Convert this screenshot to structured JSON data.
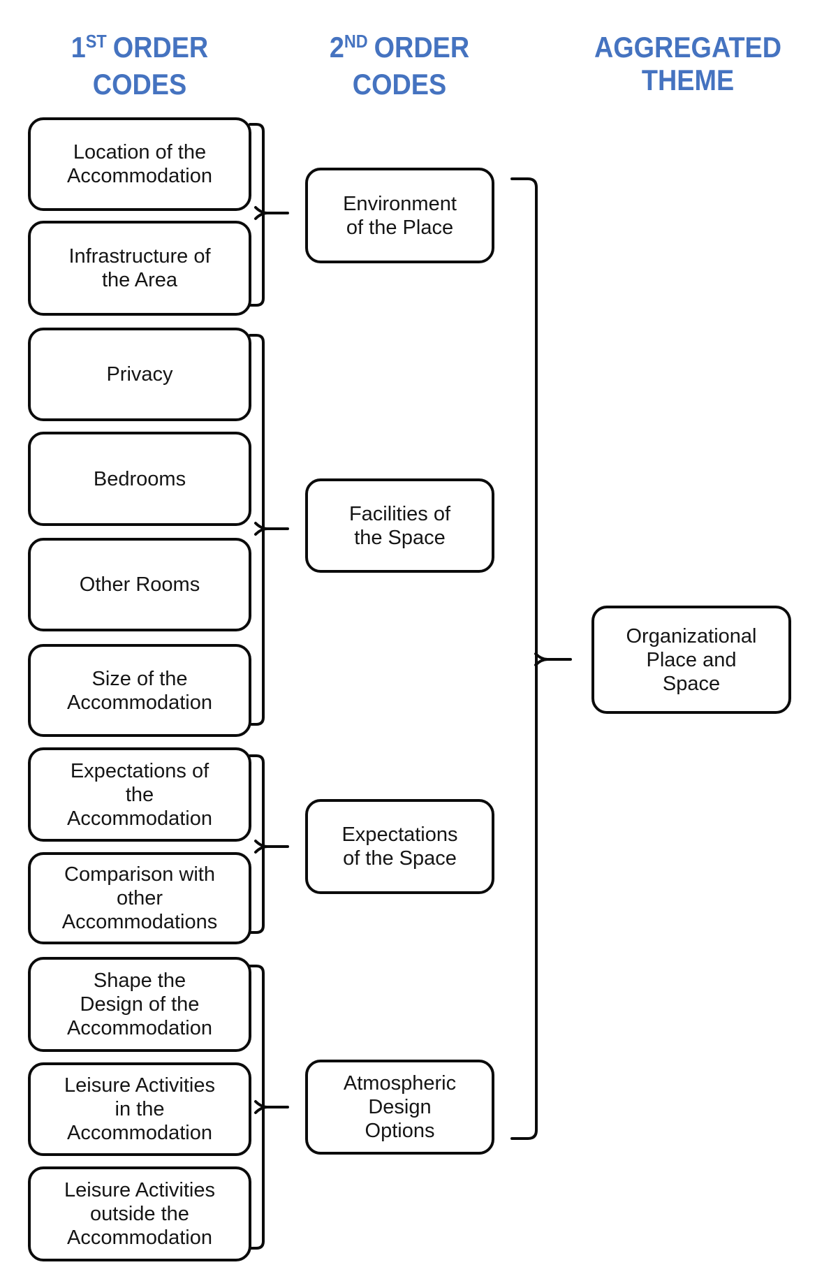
{
  "headers": {
    "first": {
      "base": "1",
      "sup": "ST",
      "word": "ORDER",
      "line2": "CODES"
    },
    "second": {
      "base": "2",
      "sup": "ND",
      "word": "ORDER",
      "line2": "CODES"
    },
    "third": {
      "line1": "AGGREGATED",
      "line2": "THEME"
    }
  },
  "boxes": {
    "first_order": [
      "Location of the\nAccommodation",
      "Infrastructure of\nthe Area",
      "Privacy",
      "Bedrooms",
      "Other Rooms",
      "Size of the\nAccommodation",
      "Expectations of\nthe\nAccommodation",
      "Comparison with\nother\nAccommodations",
      "Shape the\nDesign of the\nAccommodation",
      "Leisure Activities\nin the\nAccommodation",
      "Leisure Activities\noutside the\nAccommodation"
    ],
    "second_order": [
      "Environment\nof the Place",
      "Facilities of\nthe Space",
      "Expectations\nof the Space",
      "Atmospheric\nDesign\nOptions"
    ],
    "aggregated_theme": "Organizational\nPlace and\nSpace"
  },
  "grouping": [
    {
      "second_order": "Environment of the Place",
      "first_order_indexes": [
        0,
        1
      ]
    },
    {
      "second_order": "Facilities of the Space",
      "first_order_indexes": [
        2,
        3,
        4,
        5
      ]
    },
    {
      "second_order": "Expectations of the Space",
      "first_order_indexes": [
        6,
        7
      ]
    },
    {
      "second_order": "Atmospheric Design Options",
      "first_order_indexes": [
        8,
        9,
        10
      ]
    },
    {
      "aggregated_theme": "Organizational Place and Space",
      "second_order_indexes": [
        0,
        1,
        2,
        3
      ]
    }
  ],
  "colors": {
    "header_text": "#4573C0",
    "box_border": "#0b0b0b",
    "box_text": "#151515",
    "connector": "#0b0b0b",
    "background": "#ffffff"
  }
}
